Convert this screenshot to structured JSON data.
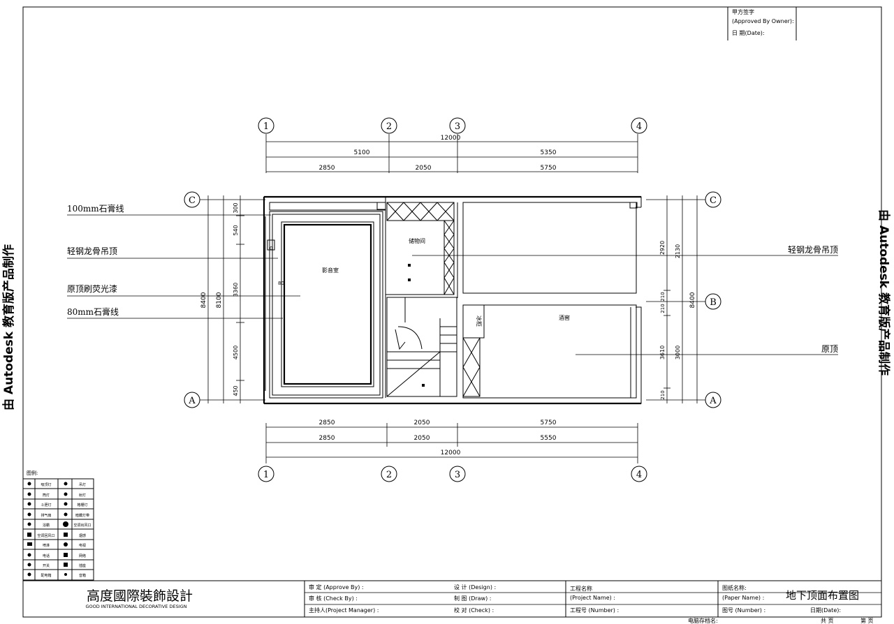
{
  "approval": {
    "owner_sign": "甲方签字",
    "approved_by_owner": "(Approved By Owner):",
    "date": "日 期(Date):"
  },
  "axes": {
    "top": [
      "1",
      "2",
      "3",
      "4"
    ],
    "bottom": [
      "1",
      "2",
      "3",
      "4"
    ],
    "left": [
      "C",
      "A"
    ],
    "right": [
      "C",
      "B",
      "A"
    ]
  },
  "dims": {
    "top_total": "12000",
    "top_mid": [
      "5100",
      "5350"
    ],
    "top_low": [
      "2850",
      "2050",
      "5750"
    ],
    "bottom_r1": [
      "2850",
      "2050",
      "5750"
    ],
    "bottom_r2": [
      "2850",
      "2050",
      "5550"
    ],
    "bottom_total": "12000",
    "left_outer": "8400",
    "left_inner": "8100",
    "left_segs": [
      "300",
      "540",
      "3360",
      "4500",
      "450"
    ],
    "right_outer": "8400",
    "right_segs": [
      "2920",
      "2130",
      "210",
      "210",
      "3610",
      "3000",
      "210"
    ]
  },
  "rooms": {
    "music": "影音室",
    "storage": "储物间",
    "wine": "酒窖",
    "fridge": "冰柜"
  },
  "callouts_left": [
    "100mm石膏线",
    "轻钢龙骨吊顶",
    "原顶刷荧光漆",
    "80mm石膏线"
  ],
  "callouts_right": [
    "轻钢龙骨吊顶",
    "原顶"
  ],
  "inner_marks": [
    "0",
    "80"
  ],
  "watermark": "由 Autodesk 教育版产品制作",
  "legend": {
    "title": "图例:",
    "items": [
      "吸顶灯",
      "吊灯",
      "筒灯",
      "射灯",
      "斗胆灯",
      "格栅灯",
      "排气扇",
      "暗藏灯带",
      "浴霸",
      "空调出风口",
      "空调回风口",
      "烟感",
      "喷淋",
      "电视",
      "电话",
      "网络",
      "开关",
      "插座",
      "配电箱",
      "音箱"
    ]
  },
  "title_block": {
    "company": "高度國際裝飾設計",
    "company_en": "GOOD INTERNATIONAL DECORATIVE DESIGN",
    "approve": "审 定 (Approve By) :",
    "check": "审 核 (Check By) :",
    "pm": "主持人(Project Manager) :",
    "design": "设 计 (Design) :",
    "draw": "制 图 (Draw) :",
    "checker": "校 对 (Check) :",
    "project": "工程名称",
    "project_name": "(Project Name) :",
    "project_no": "工程号 (Number) :",
    "paper": "图纸名称:",
    "paper_name": "(Paper Name) :",
    "paper_title": "地下顶面布置图",
    "paper_no": "图号 (Number) :",
    "date": "日期(Date):",
    "sign": "电脑存档名:",
    "pages_total": "共 页",
    "pages_current": "第 页"
  }
}
